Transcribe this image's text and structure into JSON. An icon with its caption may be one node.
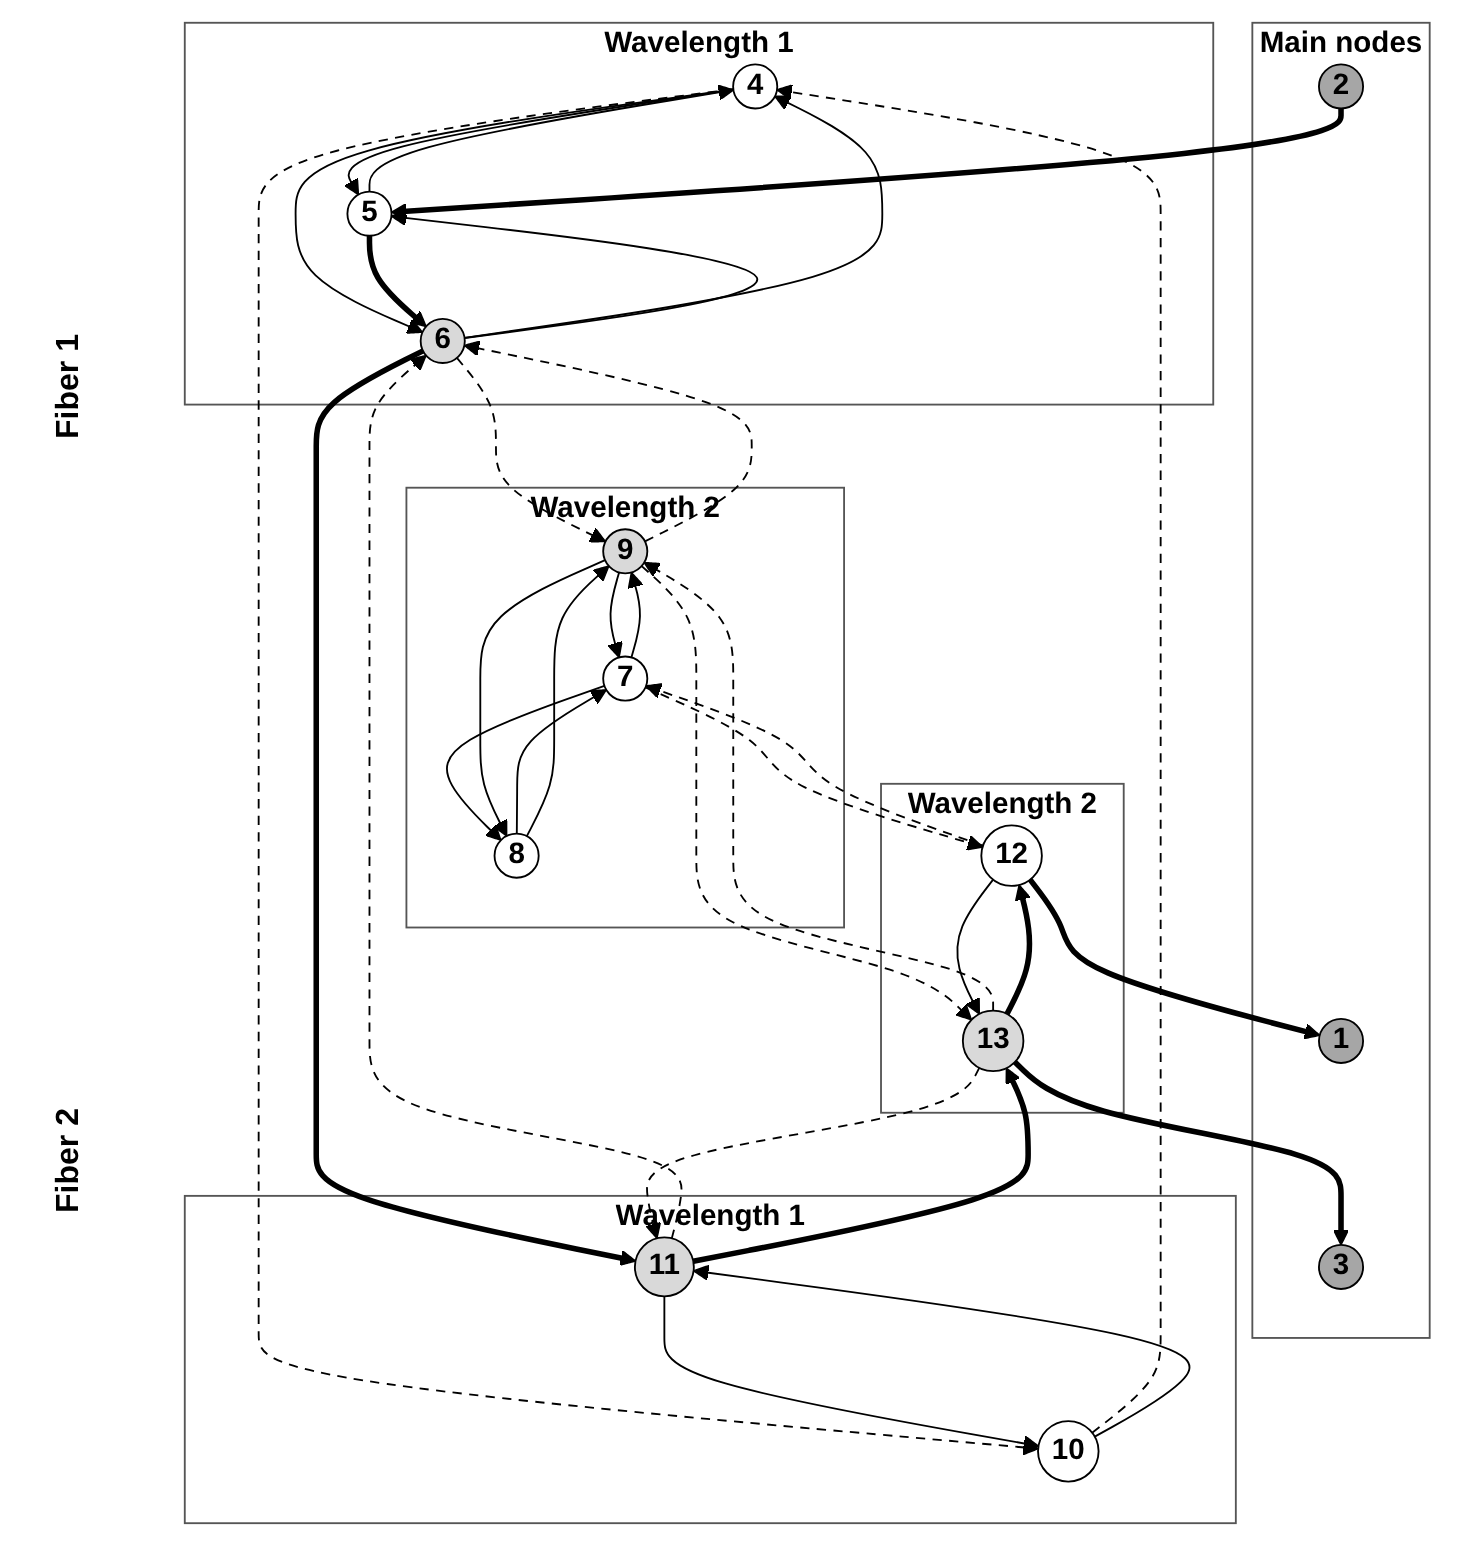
{
  "diagram": {
    "nodes": [
      {
        "text": [
          "Wavelength 1"
        ]
      },
      {
        "text": [
          "4"
        ],
        "in": 0
      },
      {
        "text": [
          "5"
        ],
        "in": 0
      },
      {
        "text": [
          "6"
        ],
        "in": 0
      },
      {
        "text": [
          "Wavelength 2"
        ]
      },
      {
        "text": [
          "7"
        ],
        "in": 4
      },
      {
        "text": [
          "8"
        ],
        "in": 4
      },
      {
        "text": [
          "9"
        ],
        "in": 4
      },
      {
        "text": [
          "Main nodes"
        ]
      },
      {
        "text": [
          "2"
        ],
        "in": 8
      },
      {
        "text": [
          "1"
        ],
        "in": 8
      },
      {
        "text": [
          "3"
        ],
        "in": 8
      },
      {
        "text": [
          "Wavelength 1"
        ]
      },
      {
        "text": [
          "10"
        ],
        "in": 12
      },
      {
        "text": [
          "11"
        ],
        "in": 12
      },
      {
        "text": [
          "Wavelength 2"
        ]
      },
      {
        "text": [
          "12"
        ],
        "in": 15
      },
      {
        "text": [
          "13"
        ],
        "in": 15
      }
    ],
    "edges": [
      {
        "from": 2,
        "to": 1,
        "arrow": "to"
      },
      {
        "from": 1,
        "to": 2,
        "arrow": "to"
      },
      {
        "from": 1,
        "to": 3,
        "arrow": "to"
      },
      {
        "from": 3,
        "to": 1,
        "arrow": "to"
      },
      {
        "from": 2,
        "to": 3,
        "arrow": "to",
        "style": "thick"
      },
      {
        "from": 3,
        "to": 2,
        "arrow": "to"
      },
      {
        "from": 6,
        "to": 5,
        "arrow": "to"
      },
      {
        "from": 5,
        "to": 6,
        "arrow": "to"
      },
      {
        "from": 5,
        "to": 7,
        "arrow": "to"
      },
      {
        "from": 7,
        "to": 5,
        "arrow": "to"
      },
      {
        "from": 6,
        "to": 7,
        "arrow": "to"
      },
      {
        "from": 7,
        "to": 6,
        "arrow": "to"
      },
      {
        "from": 7,
        "to": 3,
        "arrow": "to",
        "style": "dashed"
      },
      {
        "from": 3,
        "to": 7,
        "arrow": "to",
        "style": "dashed"
      },
      {
        "from": 9,
        "to": 2,
        "arrow": "to",
        "style": "thick"
      },
      {
        "from": 1,
        "to": 13,
        "arrow": "to",
        "style": "dashed"
      },
      {
        "from": 13,
        "to": 1,
        "arrow": "to",
        "style": "dashed"
      },
      {
        "from": 3,
        "to": 14,
        "arrow": "to",
        "style": "thick"
      },
      {
        "from": 14,
        "to": 3,
        "arrow": "to",
        "style": "dashed"
      },
      {
        "from": 5,
        "to": 16,
        "arrow": "to",
        "style": "dashed"
      },
      {
        "from": 16,
        "to": 5,
        "arrow": "to",
        "style": "dashed"
      },
      {
        "from": 7,
        "to": 17,
        "arrow": "to",
        "style": "dashed"
      },
      {
        "from": 17,
        "to": 7,
        "arrow": "to",
        "style": "dashed"
      },
      {
        "from": 13,
        "to": 14,
        "arrow": "to"
      },
      {
        "from": 14,
        "to": 13,
        "arrow": "to"
      },
      {
        "from": 16,
        "to": 10,
        "arrow": "to",
        "style": "thick"
      },
      {
        "from": 16,
        "to": 17,
        "arrow": "to"
      },
      {
        "from": 17,
        "to": 16,
        "arrow": "to",
        "style": "thick"
      },
      {
        "from": 17,
        "to": 11,
        "arrow": "to",
        "style": "thick"
      },
      {
        "from": 14,
        "to": 17,
        "arrow": "to",
        "style": "thick"
      },
      {
        "from": 17,
        "to": 14,
        "arrow": "to",
        "style": "dashed"
      }
    ],
    "labels": [
      "Fiber 1",
      "Fiber 2"
    ]
  }
}
